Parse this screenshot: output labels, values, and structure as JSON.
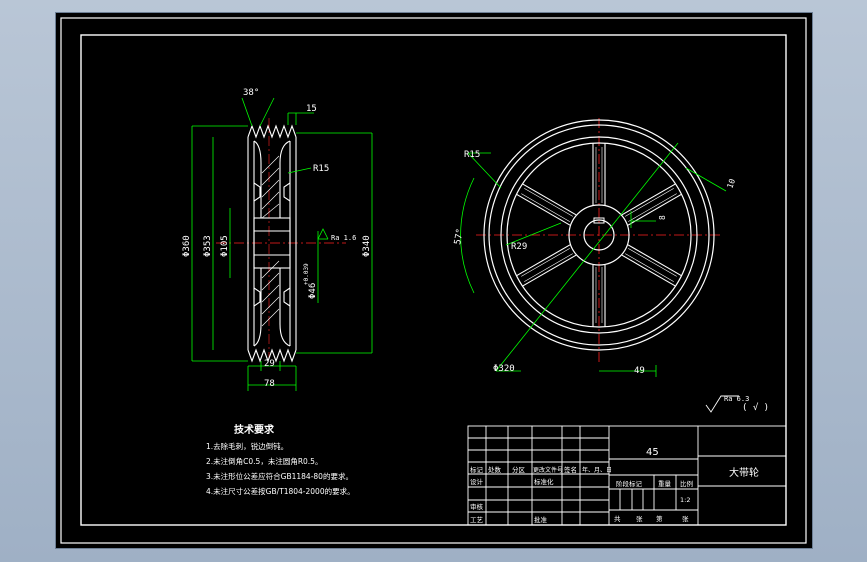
{
  "colors": {
    "background": "#000000",
    "outline": "#ffffff",
    "dimension": "#00ff00",
    "center_line": "#ff2020",
    "text": "#ffffff"
  },
  "section_view": {
    "groove_angle": "38°",
    "groove_pitch": "15",
    "outer_diameter": "Φ360",
    "groove_diameter": "Φ353",
    "hub_diameter": "Φ105",
    "bore_diameter": "Φ46",
    "bore_tolerance": "+0.039",
    "fillet": "R15",
    "hub_width": "29",
    "total_width": "78",
    "right_diameter": "Φ340",
    "roughness": "Ra 1.6"
  },
  "front_view": {
    "fillet_top": "R15",
    "fillet_inner": "R29",
    "spoke_angle": "57°",
    "spoke_diameter": "Φ320",
    "keyway_depth": "8",
    "keyway_width": "10",
    "width_dim": "49"
  },
  "surface_note": {
    "roughness": "Ra 6.3",
    "paren": "( √ )"
  },
  "tech_requirements": {
    "title": "技术要求",
    "items": [
      "1.去除毛刺，锐边倒钝。",
      "2.未注倒角C0.5，未注圆角R0.5。",
      "3.未注形位公差应符合GB1184-80的要求。",
      "4.未注尺寸公差按GB/T1804-2000的要求。"
    ]
  },
  "title_block": {
    "material": "45",
    "part_name": "大带轮",
    "revision_header": [
      "标记",
      "处数",
      "分区",
      "更改文件号",
      "签名",
      "年、月、日"
    ],
    "design": "设计",
    "standardize": "标准化",
    "review": "审核",
    "process": "工艺",
    "approve": "批准",
    "stage_mark": "阶段标记",
    "weight": "重量",
    "scale": "比例",
    "scale_value": "1:2",
    "sheets": [
      "共",
      "张",
      "第",
      "张"
    ]
  }
}
